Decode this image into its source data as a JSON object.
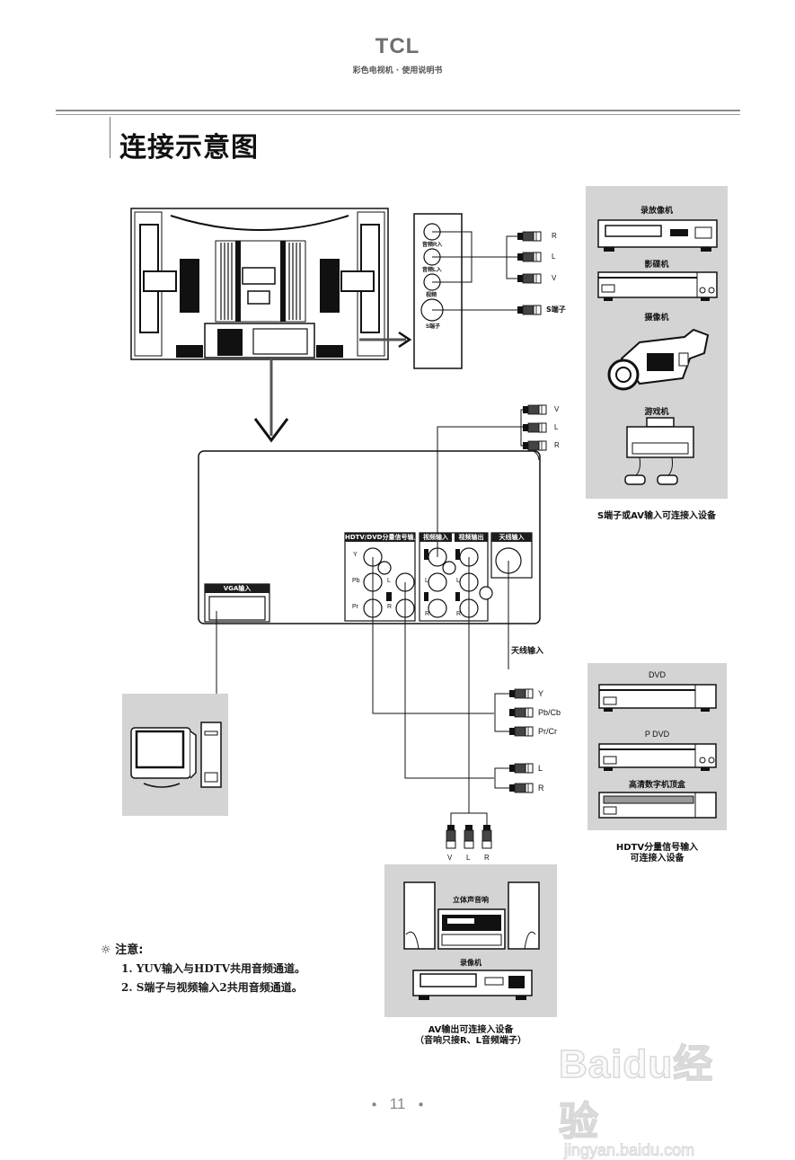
{
  "header": {
    "brand": "TCL",
    "subtitle": "彩色电视机 · 使用说明书"
  },
  "page_title": "连接示意图",
  "side_panel": {
    "jacks": [
      {
        "label": "音频R入"
      },
      {
        "label": "音频L入"
      },
      {
        "label": "视频"
      },
      {
        "label": "S端子"
      }
    ],
    "plugs": [
      {
        "label": "R"
      },
      {
        "label": "L"
      },
      {
        "label": "V"
      },
      {
        "label": "S端子"
      }
    ]
  },
  "device_group_s_av": {
    "devices": [
      {
        "label": "录放像机"
      },
      {
        "label": "影碟机"
      },
      {
        "label": "摄像机"
      },
      {
        "label": "游戏机"
      }
    ],
    "caption": "S端子或AV输入可连接入设备"
  },
  "rear_panel": {
    "top_plugs": [
      {
        "label": "V"
      },
      {
        "label": "L"
      },
      {
        "label": "R"
      }
    ],
    "vga_section_label": "VGA输入",
    "hdtv_section_label": "HDTV/DVD分量信号输入",
    "hdtv_jack_labels": [
      "Y",
      "Pb",
      "Pr"
    ],
    "hdtv_audio_labels": [
      "L",
      "R"
    ],
    "av_in_label": "视频输入",
    "av_out_label": "视频输出",
    "av_jack_labels": [
      "L",
      "R"
    ],
    "antenna_section_label": "天线输入",
    "antenna_caption": "天线输入"
  },
  "component_plugs": [
    {
      "label": "Y"
    },
    {
      "label": "Pb/Cb"
    },
    {
      "label": "Pr/Cr"
    }
  ],
  "audio_plugs": [
    {
      "label": "L"
    },
    {
      "label": "R"
    }
  ],
  "device_group_hdtv": {
    "devices": [
      {
        "label": "DVD"
      },
      {
        "label": "P DVD"
      },
      {
        "label": "高清数字机顶盒"
      }
    ],
    "caption_line1": "HDTV分量信号输入",
    "caption_line2": "可连接入设备"
  },
  "output_plugs": [
    {
      "label": "V"
    },
    {
      "label": "L"
    },
    {
      "label": "R"
    }
  ],
  "device_group_av_out": {
    "devices": [
      {
        "label": "立体声音响"
      },
      {
        "label": "录像机"
      }
    ],
    "caption_line1": "AV输出可连接入设备",
    "caption_line2": "（音响只接R、L音频端子）"
  },
  "notes": {
    "title": "注意:",
    "items": [
      "1. YUV输入与HDTV共用音频通道。",
      "2. S端子与视频输入2共用音频通道。"
    ]
  },
  "footer": {
    "page_number": "11"
  },
  "watermark": {
    "brand": "Baidu经验",
    "url": "jingyan.baidu.com"
  }
}
